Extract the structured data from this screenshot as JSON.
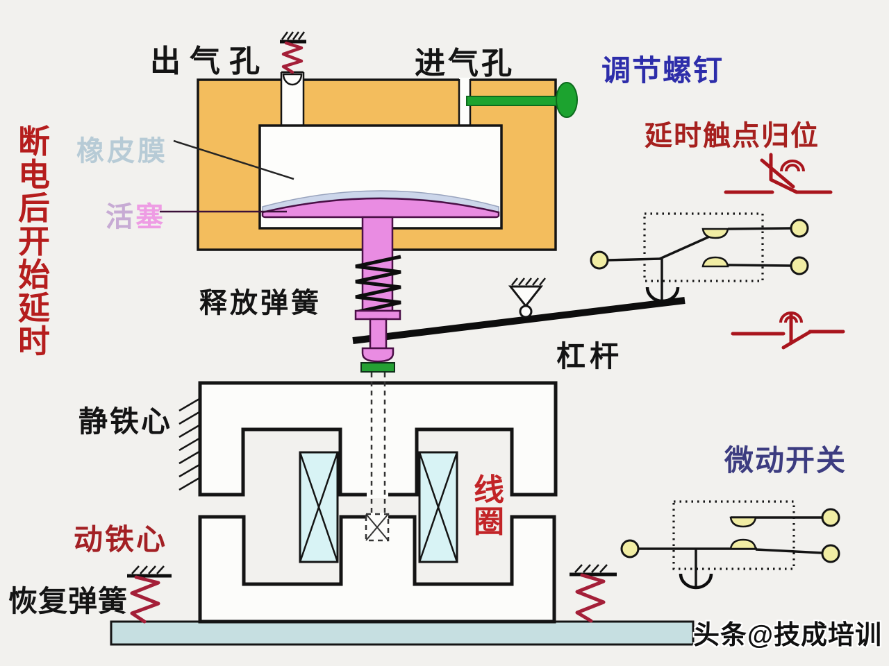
{
  "colors": {
    "orange": "#f3bd5d",
    "pink": "#e98ce2",
    "membrane": "#ccd6ea",
    "coil": "#d8f3f5",
    "plate": "#c6dfe1",
    "green": "#1ca32f",
    "pad_green": "#24a033",
    "crimson": "#a41f38",
    "red": "#a9151d",
    "yellow": "#f1eda4",
    "blue": "#2d2daa",
    "indigo": "#3c3c80",
    "red_label": "#a6201e",
    "vertical_red": "#b51d1d",
    "core_red": "#a32024",
    "coil_red": "#c22427",
    "membrane_label": "#b7cbd6",
    "piston_label1": "#c7abd4",
    "piston_label2": "#ee9ce4"
  },
  "labels": {
    "outlet": "出气孔",
    "inlet": "进气孔",
    "adjust_screw": "调节螺钉",
    "delay_contact_reset": "延时触点归位",
    "power_off_delay": "断电后开始延时",
    "rubber_membrane": "橡皮膜",
    "piston_1": "活",
    "piston_2": "塞",
    "release_spring": "释放弹簧",
    "lever": "杠杆",
    "static_core": "静铁心",
    "moving_core": "动铁心",
    "recovery_spring": "恢复弹簧",
    "coil": "线圈",
    "micro_switch": "微动开关"
  },
  "watermark": "头条@技成培训"
}
